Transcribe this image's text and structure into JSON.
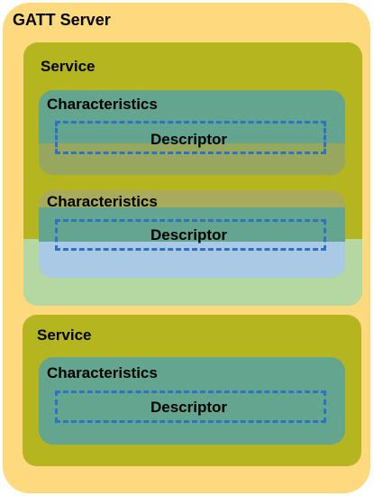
{
  "gatt_server": {
    "title": "GATT Server",
    "services": [
      {
        "title": "Service",
        "characteristics": [
          {
            "title": "Characteristics",
            "descriptor": "Descriptor"
          },
          {
            "title": "Characteristics",
            "descriptor": "Descriptor"
          }
        ]
      },
      {
        "title": "Service",
        "characteristics": [
          {
            "title": "Characteristics",
            "descriptor": "Descriptor"
          }
        ]
      }
    ]
  },
  "colors": {
    "server_fill": "#ffd97d",
    "service_fill": "#b5b51f",
    "characteristic_fill": "#64a58f",
    "descriptor_border": "#2f72c4"
  }
}
